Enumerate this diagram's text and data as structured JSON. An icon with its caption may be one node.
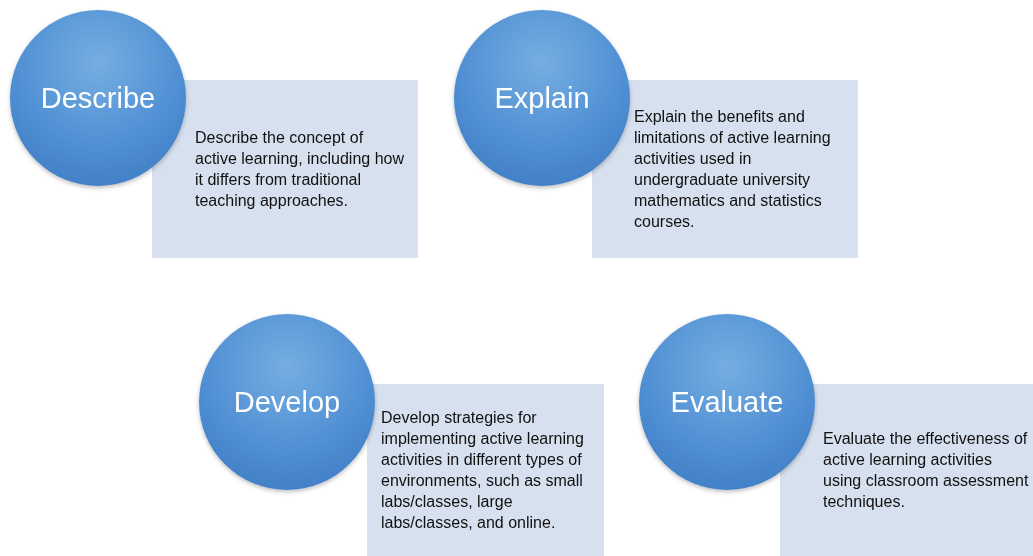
{
  "diagram": {
    "nodes": [
      {
        "text": [
          "Describe"
        ]
      },
      {
        "text": [
          "Describe the concept of active learning, including how it differs from traditional teaching approaches."
        ]
      },
      {
        "text": [
          "Explain"
        ]
      },
      {
        "text": [
          "Explain the benefits and limitations of active learning activities used in undergraduate university mathematics and statistics courses."
        ]
      },
      {
        "text": [
          "Develop"
        ]
      },
      {
        "text": [
          "Develop strategies for implementing active learning activities in different types of environments, such as small labs/classes, large labs/classes, and online."
        ]
      },
      {
        "text": [
          "Evaluate"
        ]
      },
      {
        "text": [
          "Evaluate the effectiveness of active learning activities using classroom assessment techniques."
        ]
      }
    ]
  }
}
